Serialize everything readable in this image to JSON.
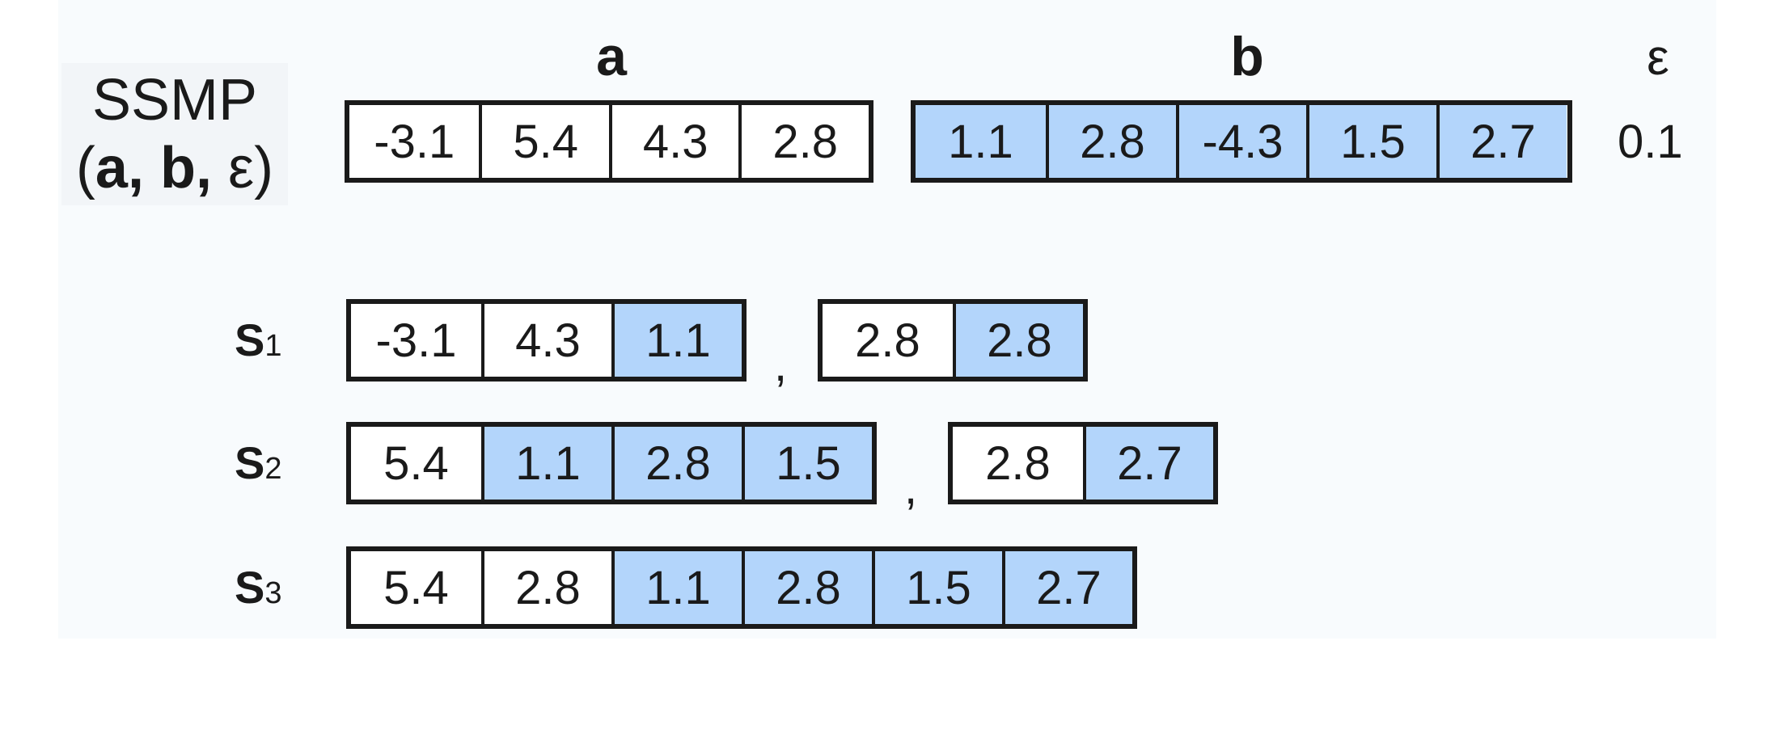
{
  "title": {
    "line1": "SSMP",
    "open": "(",
    "a": "a",
    "sep1": ", ",
    "b": "b",
    "sep2": ", ",
    "eps": "ε",
    "close": ")"
  },
  "headers": {
    "a": "a",
    "b": "b",
    "eps": "ε"
  },
  "eps_value": "0.1",
  "comma": ",",
  "a_values": [
    "-3.1",
    "5.4",
    "4.3",
    "2.8"
  ],
  "b_values": [
    "1.1",
    "2.8",
    "-4.3",
    "1.5",
    "2.7"
  ],
  "rows": [
    {
      "label": "S",
      "sub": "1",
      "first": [
        {
          "v": "-3.1",
          "c": "w"
        },
        {
          "v": "4.3",
          "c": "w"
        },
        {
          "v": "1.1",
          "c": "b"
        }
      ],
      "second": [
        {
          "v": "2.8",
          "c": "w"
        },
        {
          "v": "2.8",
          "c": "b"
        }
      ]
    },
    {
      "label": "S",
      "sub": "2",
      "first": [
        {
          "v": "5.4",
          "c": "w"
        },
        {
          "v": "1.1",
          "c": "b"
        },
        {
          "v": "2.8",
          "c": "b"
        },
        {
          "v": "1.5",
          "c": "b"
        }
      ],
      "second": [
        {
          "v": "2.8",
          "c": "w"
        },
        {
          "v": "2.7",
          "c": "b"
        }
      ]
    },
    {
      "label": "S",
      "sub": "3",
      "first": [
        {
          "v": "5.4",
          "c": "w"
        },
        {
          "v": "2.8",
          "c": "w"
        },
        {
          "v": "1.1",
          "c": "b"
        },
        {
          "v": "2.8",
          "c": "b"
        },
        {
          "v": "1.5",
          "c": "b"
        },
        {
          "v": "2.7",
          "c": "b"
        }
      ],
      "second": []
    }
  ],
  "colors": {
    "white_cell": "#ffffff",
    "blue_cell": "#b3d5fb",
    "border": "#1a1a1a",
    "background": "#f8fbfd"
  }
}
